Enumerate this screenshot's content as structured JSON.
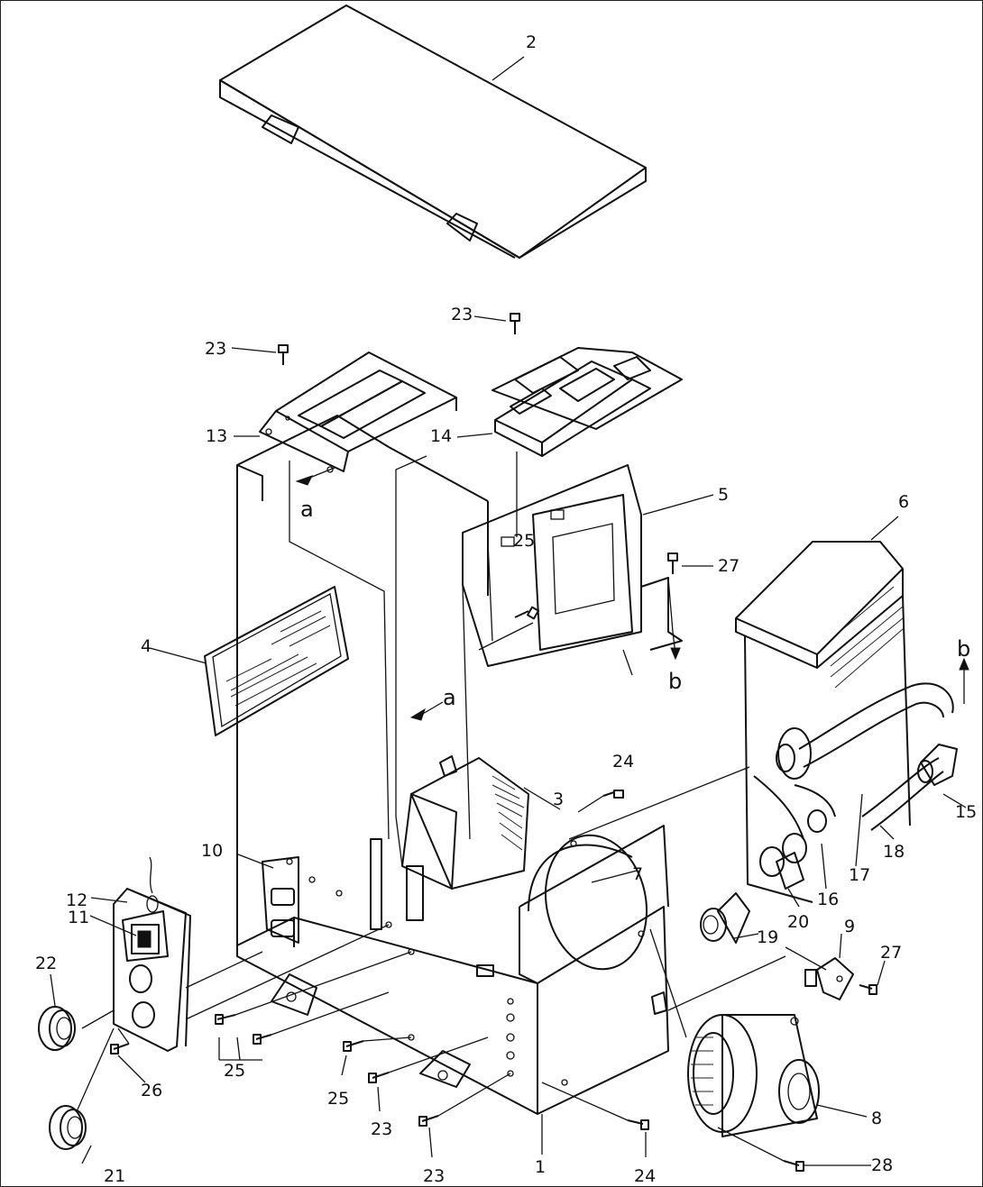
{
  "diagram": {
    "callouts": [
      {
        "id": "c1",
        "text": "1"
      },
      {
        "id": "c2",
        "text": "2"
      },
      {
        "id": "c3",
        "text": "3"
      },
      {
        "id": "c4",
        "text": "4"
      },
      {
        "id": "c5",
        "text": "5"
      },
      {
        "id": "c6",
        "text": "6"
      },
      {
        "id": "c7",
        "text": "7"
      },
      {
        "id": "c8",
        "text": "8"
      },
      {
        "id": "c9",
        "text": "9"
      },
      {
        "id": "c10",
        "text": "10"
      },
      {
        "id": "c11",
        "text": "11"
      },
      {
        "id": "c12",
        "text": "12"
      },
      {
        "id": "c13",
        "text": "13"
      },
      {
        "id": "c14",
        "text": "14"
      },
      {
        "id": "c15",
        "text": "15"
      },
      {
        "id": "c16",
        "text": "16"
      },
      {
        "id": "c17",
        "text": "17"
      },
      {
        "id": "c18",
        "text": "18"
      },
      {
        "id": "c19",
        "text": "19"
      },
      {
        "id": "c20",
        "text": "20"
      },
      {
        "id": "c21",
        "text": "21"
      },
      {
        "id": "c22",
        "text": "22"
      },
      {
        "id": "c23a",
        "text": "23"
      },
      {
        "id": "c23b",
        "text": "23"
      },
      {
        "id": "c23c",
        "text": "23"
      },
      {
        "id": "c23d",
        "text": "23"
      },
      {
        "id": "c24a",
        "text": "24"
      },
      {
        "id": "c24b",
        "text": "24"
      },
      {
        "id": "c25a",
        "text": "25"
      },
      {
        "id": "c25b",
        "text": "25"
      },
      {
        "id": "c25c",
        "text": "25"
      },
      {
        "id": "c26",
        "text": "26"
      },
      {
        "id": "c27a",
        "text": "27"
      },
      {
        "id": "c27b",
        "text": "27"
      },
      {
        "id": "c28",
        "text": "28"
      }
    ],
    "refs": [
      {
        "id": "ra1",
        "text": "a"
      },
      {
        "id": "ra2",
        "text": "a"
      },
      {
        "id": "rb1",
        "text": "b"
      },
      {
        "id": "rb2",
        "text": "b"
      }
    ]
  }
}
